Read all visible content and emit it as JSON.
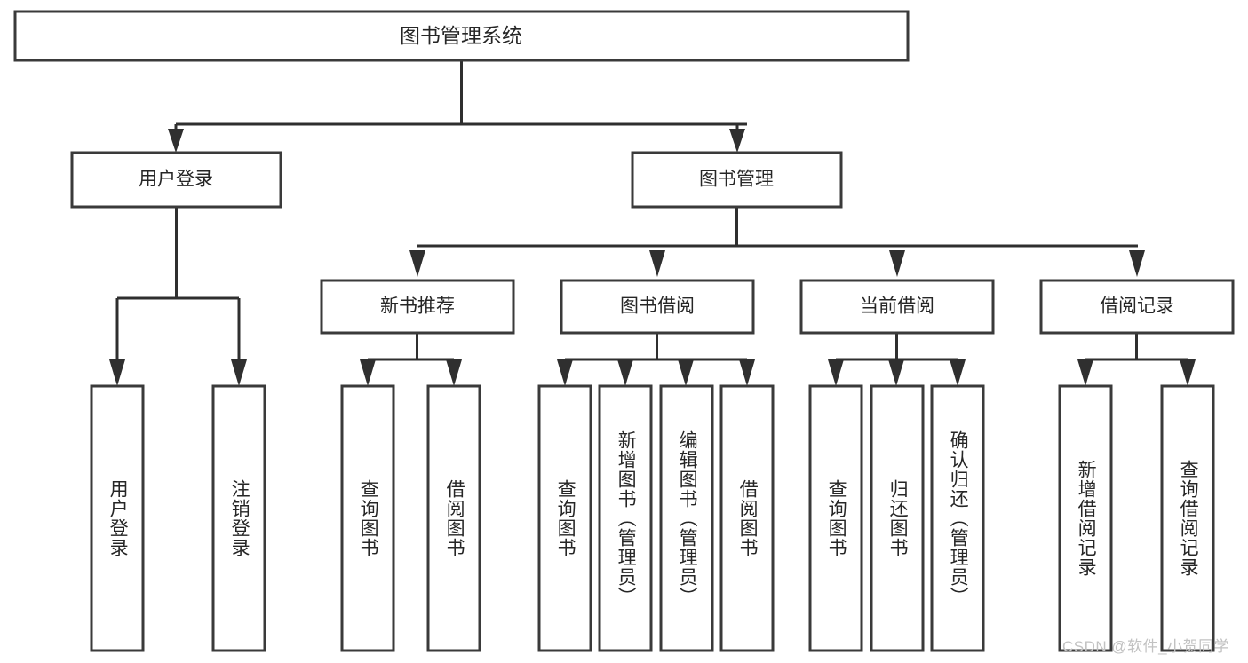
{
  "diagram": {
    "type": "tree",
    "title_node": {
      "label": "图书管理系统",
      "orientation": "horizontal"
    },
    "level2": [
      {
        "label": "用户登录",
        "orientation": "horizontal"
      },
      {
        "label": "图书管理",
        "orientation": "horizontal"
      }
    ],
    "level3": [
      {
        "label": "新书推荐",
        "orientation": "horizontal"
      },
      {
        "label": "图书借阅",
        "orientation": "horizontal"
      },
      {
        "label": "当前借阅",
        "orientation": "horizontal"
      },
      {
        "label": "借阅记录",
        "orientation": "horizontal"
      }
    ],
    "leaves": {
      "user_login": [
        {
          "label": "用户登录",
          "orientation": "vertical"
        },
        {
          "label": "注销登录",
          "orientation": "vertical"
        }
      ],
      "new_book_recommend": [
        {
          "label": "查询图书",
          "orientation": "vertical"
        },
        {
          "label": "借阅图书",
          "orientation": "vertical"
        }
      ],
      "book_borrow": [
        {
          "label": "查询图书",
          "orientation": "vertical"
        },
        {
          "label": "新增图书（管理员）",
          "orientation": "vertical"
        },
        {
          "label": "编辑图书（管理员）",
          "orientation": "vertical"
        },
        {
          "label": "借阅图书",
          "orientation": "vertical"
        }
      ],
      "current_borrow": [
        {
          "label": "查询图书",
          "orientation": "vertical"
        },
        {
          "label": "归还图书",
          "orientation": "vertical"
        },
        {
          "label": "确认归还（管理员）",
          "orientation": "vertical"
        }
      ],
      "borrow_record": [
        {
          "label": "新增借阅记录",
          "orientation": "vertical"
        },
        {
          "label": "查询借阅记录",
          "orientation": "vertical"
        }
      ]
    },
    "colors": {
      "background": "#ffffff",
      "box_fill": "#ffffff",
      "box_stroke": "#3a3a3a",
      "connector": "#2f2f2f",
      "text": "#262626",
      "watermark": "#c2c2c2"
    }
  },
  "watermark": {
    "text": "CSDN @软件_小贺同学"
  }
}
